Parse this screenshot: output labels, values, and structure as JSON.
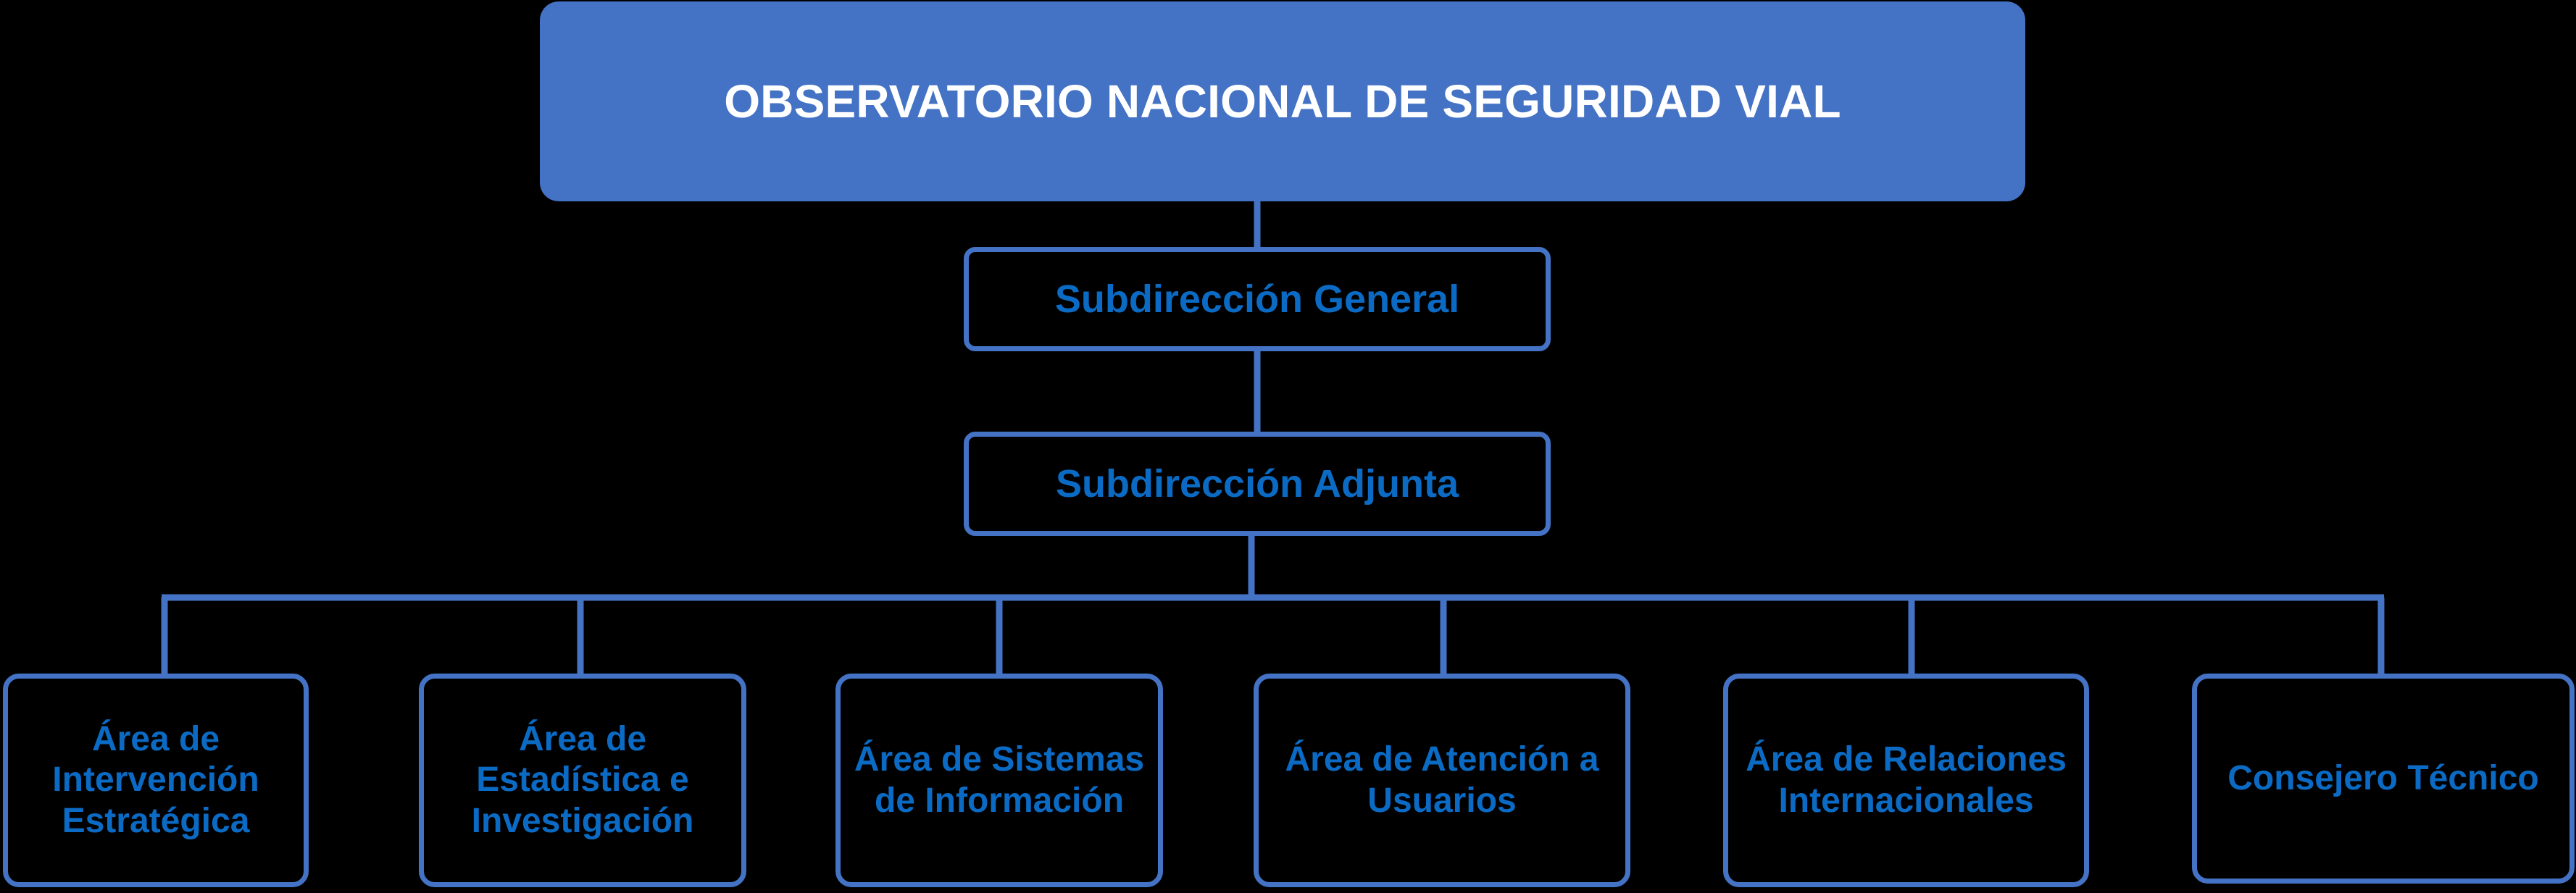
{
  "chart": {
    "type": "org-chart",
    "background_color": "#000000",
    "accent_color": "#4472C4",
    "text_color": "#0B6BC4",
    "root_text_color": "#FFFFFF"
  },
  "root": {
    "label": "OBSERVATORIO NACIONAL DE SEGURIDAD VIAL"
  },
  "levels": {
    "subdireccion_general": {
      "label": "Subdirección General"
    },
    "subdireccion_adjunta": {
      "label": "Subdirección Adjunta"
    }
  },
  "units": [
    {
      "label": "Área de Intervención Estratégica"
    },
    {
      "label": "Área de Estadística e Investigación"
    },
    {
      "label": "Área de Sistemas de Información"
    },
    {
      "label": "Área de Atención a Usuarios"
    },
    {
      "label": "Área de Relaciones Internacionales"
    },
    {
      "label": "Consejero Técnico"
    }
  ]
}
